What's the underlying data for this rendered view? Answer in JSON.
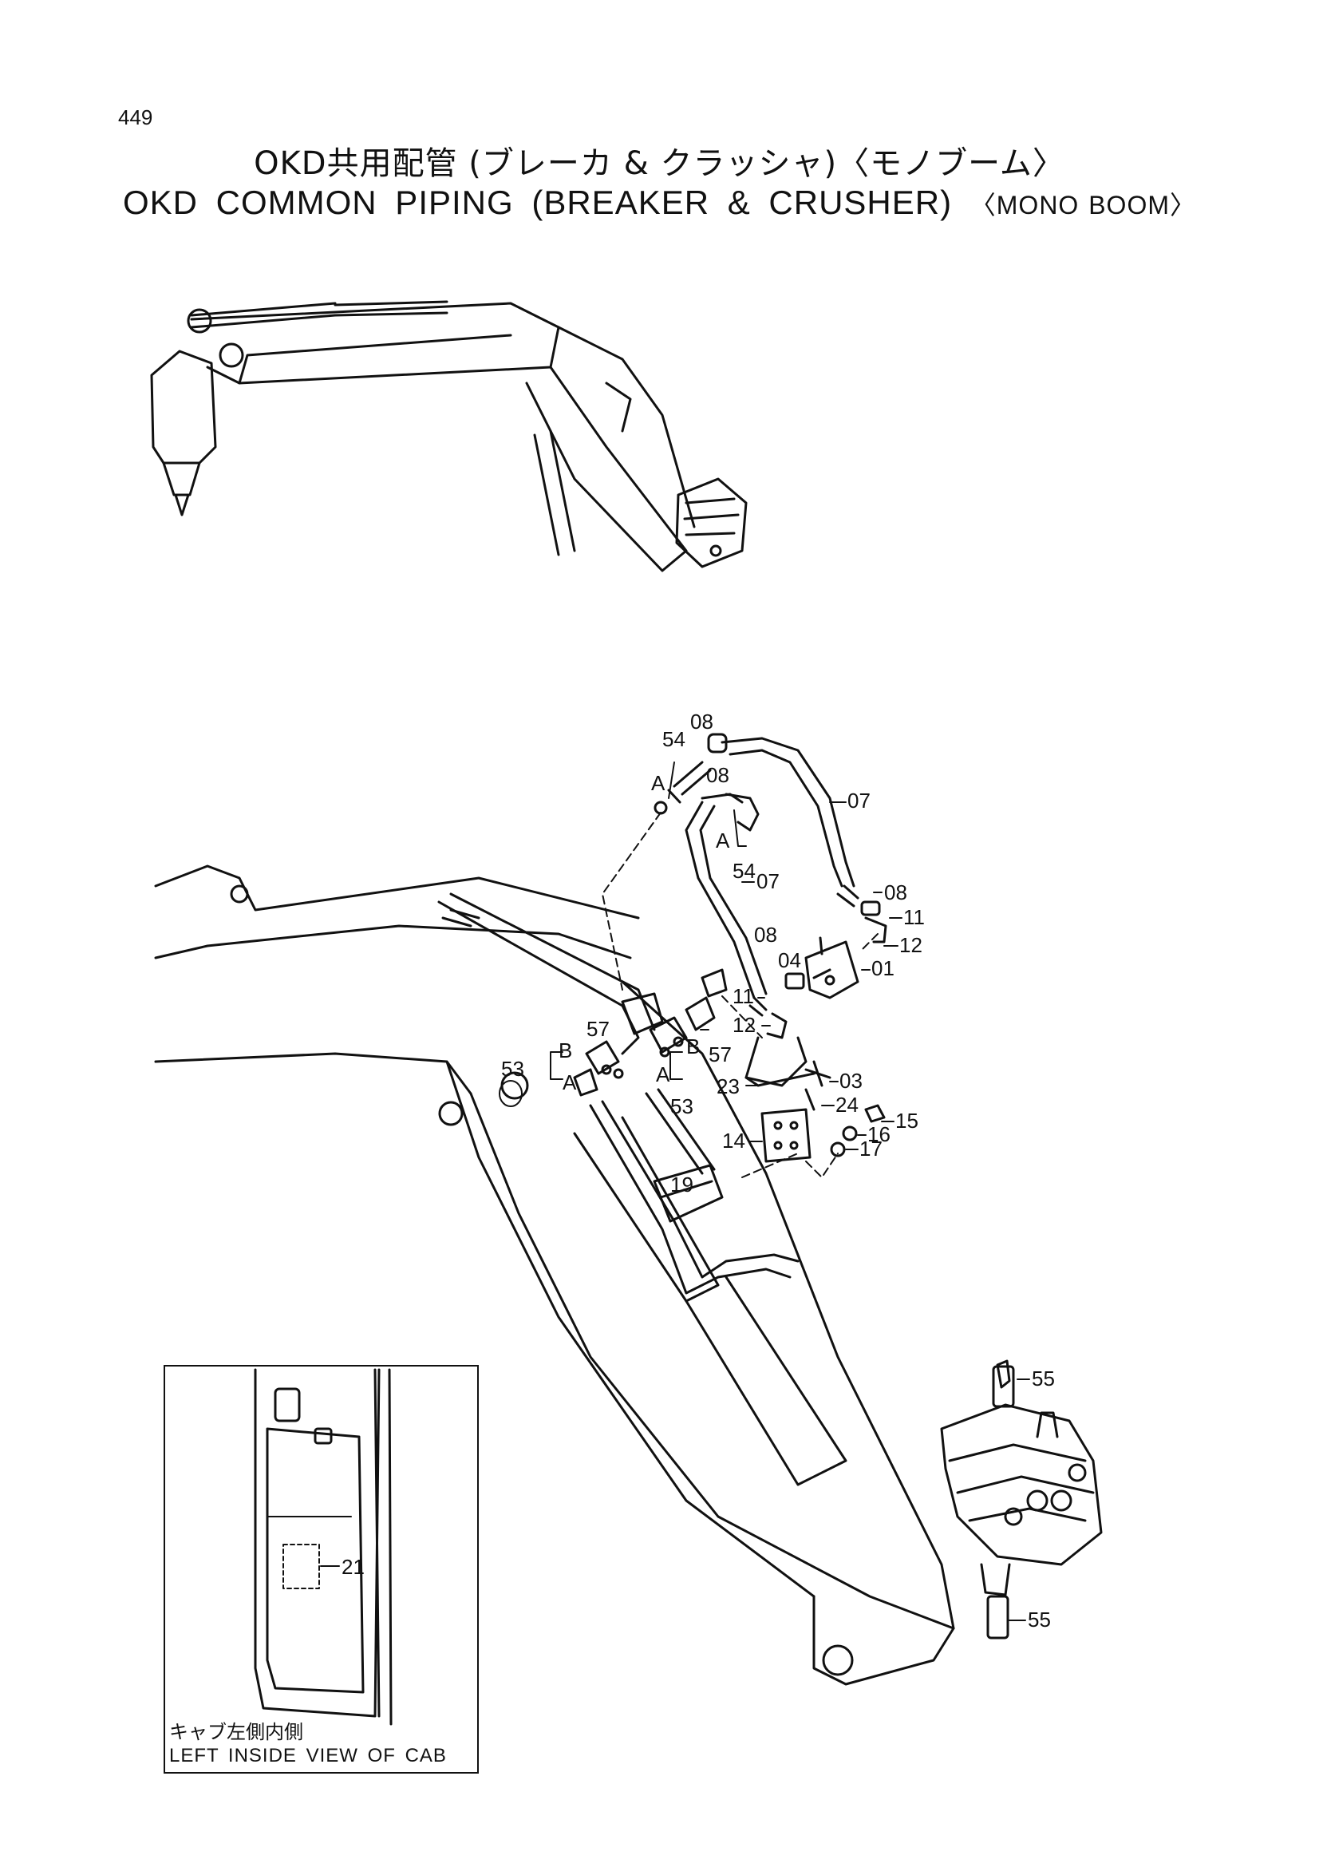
{
  "page_number": "449",
  "title_jp": "OKD共用配管 (ブレーカ & クラッシャ)〈モノブーム〉",
  "title_en_main": "OKD COMMON PIPING (BREAKER & CRUSHER)",
  "title_en_suffix": "〈MONO BOOM〉",
  "inset": {
    "caption_jp": "キャブ左側内側",
    "caption_en": "LEFT INSIDE VIEW OF CAB",
    "part": "21"
  },
  "part_labels": {
    "p54a": "54",
    "p08a": "08",
    "pA1": "A",
    "p08b": "08",
    "p07a": "07",
    "pA2": "A",
    "p54b": "54",
    "p07b": "07",
    "p08c": "08",
    "p11a": "11",
    "p12a": "12",
    "p08d": "08",
    "p04": "04",
    "p01": "01",
    "p11b": "11",
    "p12b": "12",
    "p57a": "57",
    "pB1": "B",
    "p53a": "53",
    "pA3": "A",
    "pB2": "B",
    "pA4": "A",
    "p57b": "57",
    "p53b": "53",
    "p23": "23",
    "p03": "03",
    "p24": "24",
    "p15": "15",
    "p16": "16",
    "p14": "14",
    "p17": "17",
    "p19": "19",
    "p55a": "55",
    "p55b": "55"
  }
}
